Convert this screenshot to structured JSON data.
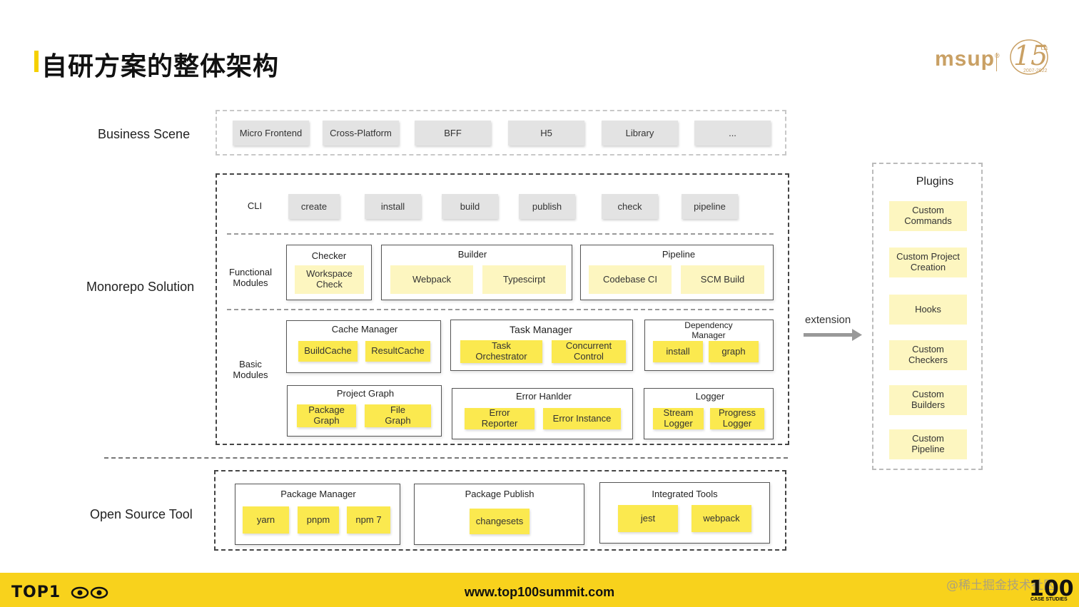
{
  "header": {
    "title": "自研方案的整体架构",
    "logo_text": "msup",
    "logo_reg": "®",
    "badge_number": "15",
    "badge_suffix": "th",
    "badge_years": "2007-2022"
  },
  "rows": {
    "business": "Business Scene",
    "monorepo": "Monorepo Solution",
    "open_source": "Open Source Tool"
  },
  "business_items": [
    "Micro Frontend",
    "Cross-Platform",
    "BFF",
    "H5",
    "Library",
    "..."
  ],
  "cli": {
    "label": "CLI",
    "items": [
      "create",
      "install",
      "build",
      "publish",
      "check",
      "pipeline"
    ]
  },
  "functional": {
    "label": "Functional\nModules",
    "checker": {
      "title": "Checker",
      "items": [
        "Workspace\nCheck"
      ]
    },
    "builder": {
      "title": "Builder",
      "items": [
        "Webpack",
        "Typescirpt"
      ]
    },
    "pipeline": {
      "title": "Pipeline",
      "items": [
        "Codebase CI",
        "SCM Build"
      ]
    }
  },
  "basic": {
    "label": "Basic\nModules",
    "cache": {
      "title": "Cache Manager",
      "items": [
        "BuildCache",
        "ResultCache"
      ]
    },
    "task": {
      "title": "Task Manager",
      "items": [
        "Task\nOrchestrator",
        "Concurrent\nControl"
      ]
    },
    "dependency": {
      "title": "Dependency\nManager",
      "items": [
        "install",
        "graph"
      ]
    },
    "project": {
      "title": "Project Graph",
      "items": [
        "Package\nGraph",
        "File\nGraph"
      ]
    },
    "error": {
      "title": "Error Hanlder",
      "items": [
        "Error\nReporter",
        "Error Instance"
      ]
    },
    "logger": {
      "title": "Logger",
      "items": [
        "Stream\nLogger",
        "Progress\nLogger"
      ]
    }
  },
  "open_source": {
    "package_manager": {
      "title": "Package Manager",
      "items": [
        "yarn",
        "pnpm",
        "npm 7"
      ]
    },
    "package_publish": {
      "title": "Package Publish",
      "items": [
        "changesets"
      ]
    },
    "integrated_tools": {
      "title": "Integrated Tools",
      "items": [
        "jest",
        "webpack"
      ]
    }
  },
  "extension_label": "extension",
  "plugins": {
    "title": "Plugins",
    "items": [
      "Custom\nCommands",
      "Custom Project\nCreation",
      "Hooks",
      "Custom\nCheckers",
      "Custom\nBuilders",
      "Custom\nPipeline"
    ]
  },
  "footer": {
    "url": "www.top100summit.com",
    "left_logo": "TOP1",
    "right_logo": "100",
    "right_sub": "CASE STUDIES",
    "watermark": "@稀土掘金技术社区"
  },
  "colors": {
    "accent_yellow": "#f8d21c",
    "chip_yellow": "#fbe94f",
    "chip_pale": "#fdf6c0",
    "chip_grey": "#e3e3e3",
    "logo_gold": "#c9a064"
  }
}
